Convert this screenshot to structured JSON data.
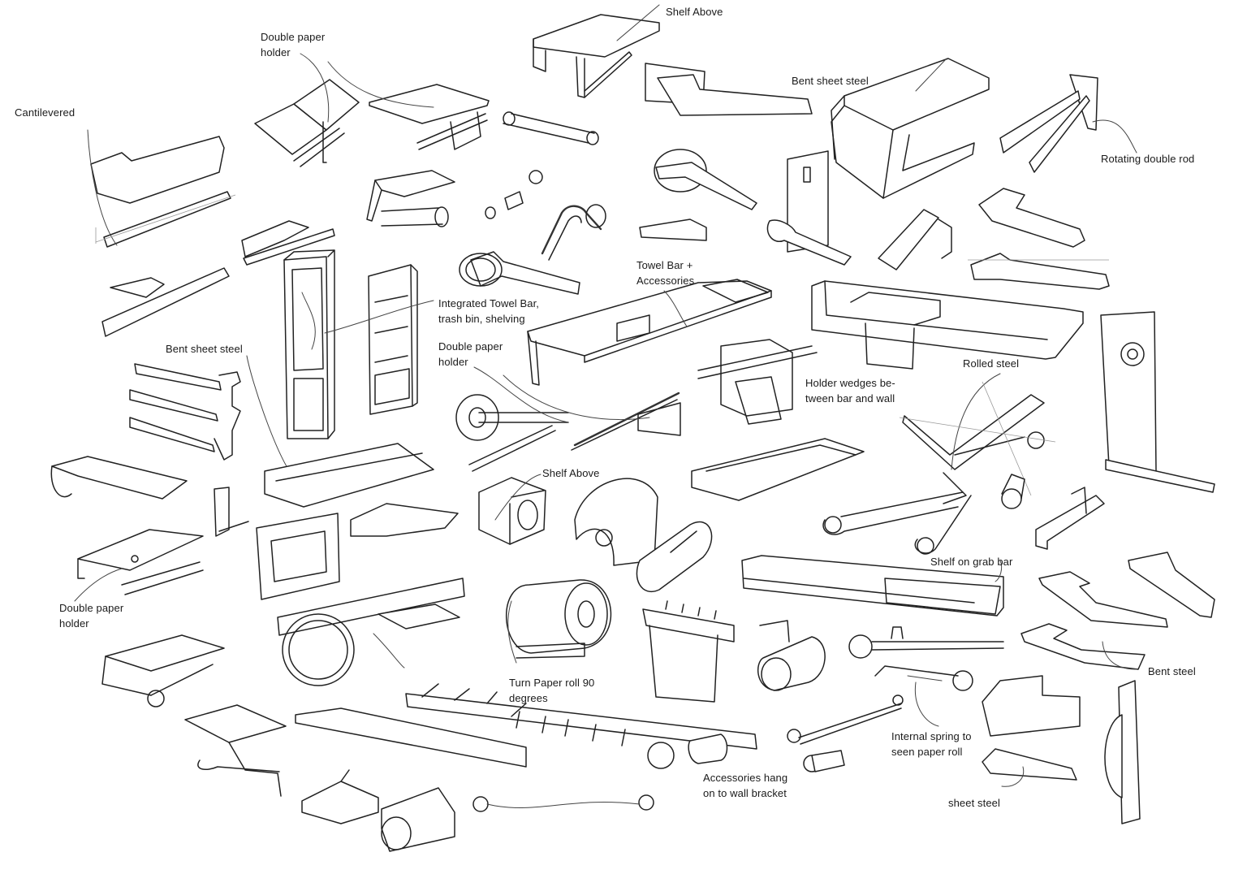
{
  "title": "Bathroom accessory concept sketches",
  "background_color": "#ffffff",
  "ink_color": "#222222",
  "annotations": {
    "shelf_above_top": "Shelf Above",
    "double_paper_holder_top": "Double paper\nholder",
    "cantilevered": "Cantilevered",
    "bent_sheet_steel_top": "Bent sheet steel",
    "rotating_double_rod": "Rotating double rod",
    "integrated_towel_bar": "Integrated Towel Bar,\ntrash bin, shelving",
    "towel_bar_accessories": "Towel Bar +\nAccessories",
    "double_paper_holder_mid": "Double paper\nholder",
    "bent_sheet_steel_left": "Bent sheet steel",
    "holder_wedges": "Holder wedges be-\ntween bar and wall",
    "rolled_steel": "Rolled steel",
    "shelf_above_mid": "Shelf Above",
    "shelf_on_grab_bar": "Shelf on grab bar",
    "double_paper_holder_bottom": "Double paper\nholder",
    "bent_steel": "Bent steel",
    "turn_paper_roll": "Turn Paper roll 90\ndegrees",
    "internal_spring": "Internal spring to\nseen paper roll",
    "accessories_hang": "Accessories hang\non to wall bracket",
    "sheet_steel": "sheet steel"
  },
  "sketches": [
    "shelf-above-hook",
    "lever-wall-plate",
    "bent-sheet-steel-hook",
    "rotating-double-rod",
    "double-paper-holder",
    "cantilevered-bar",
    "towel-bar-accessories",
    "integrated-cabinet",
    "swing-arm-towel-rack",
    "holder-wedge",
    "rolled-steel-holder",
    "shelf-on-grab-bar",
    "towel-ring",
    "paper-roll-90",
    "accessory-rail",
    "spring-holder",
    "sheet-steel-shelf"
  ]
}
